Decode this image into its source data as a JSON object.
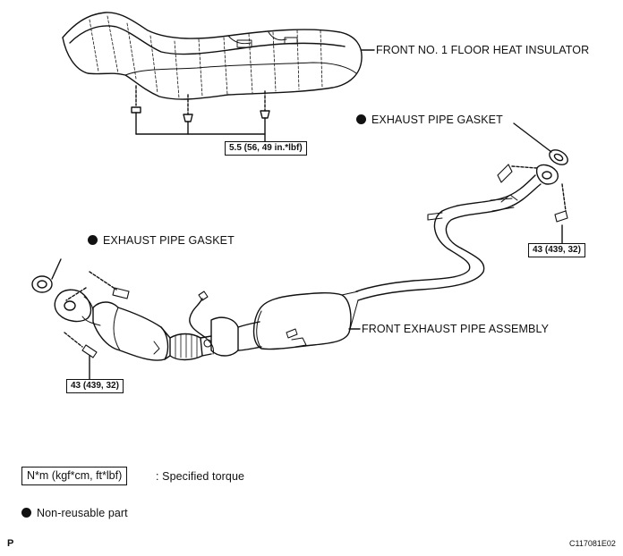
{
  "labels": {
    "insulator": "FRONT NO. 1 FLOOR HEAT INSULATOR",
    "gasket_right": "EXHAUST PIPE GASKET",
    "gasket_left": "EXHAUST PIPE GASKET",
    "front_pipe": "FRONT EXHAUST PIPE ASSEMBLY"
  },
  "torque": {
    "insulator": "5.5 (56, 49 in.*lbf)",
    "right": "43 (439, 32)",
    "left": "43 (439, 32)"
  },
  "legend": {
    "torque_box": "N*m (kgf*cm, ft*lbf)",
    "torque_text": ": Specified torque",
    "nonreusable_text": "Non-reusable part"
  },
  "footer": {
    "left_code": "P",
    "right_code": "C117081E02"
  }
}
